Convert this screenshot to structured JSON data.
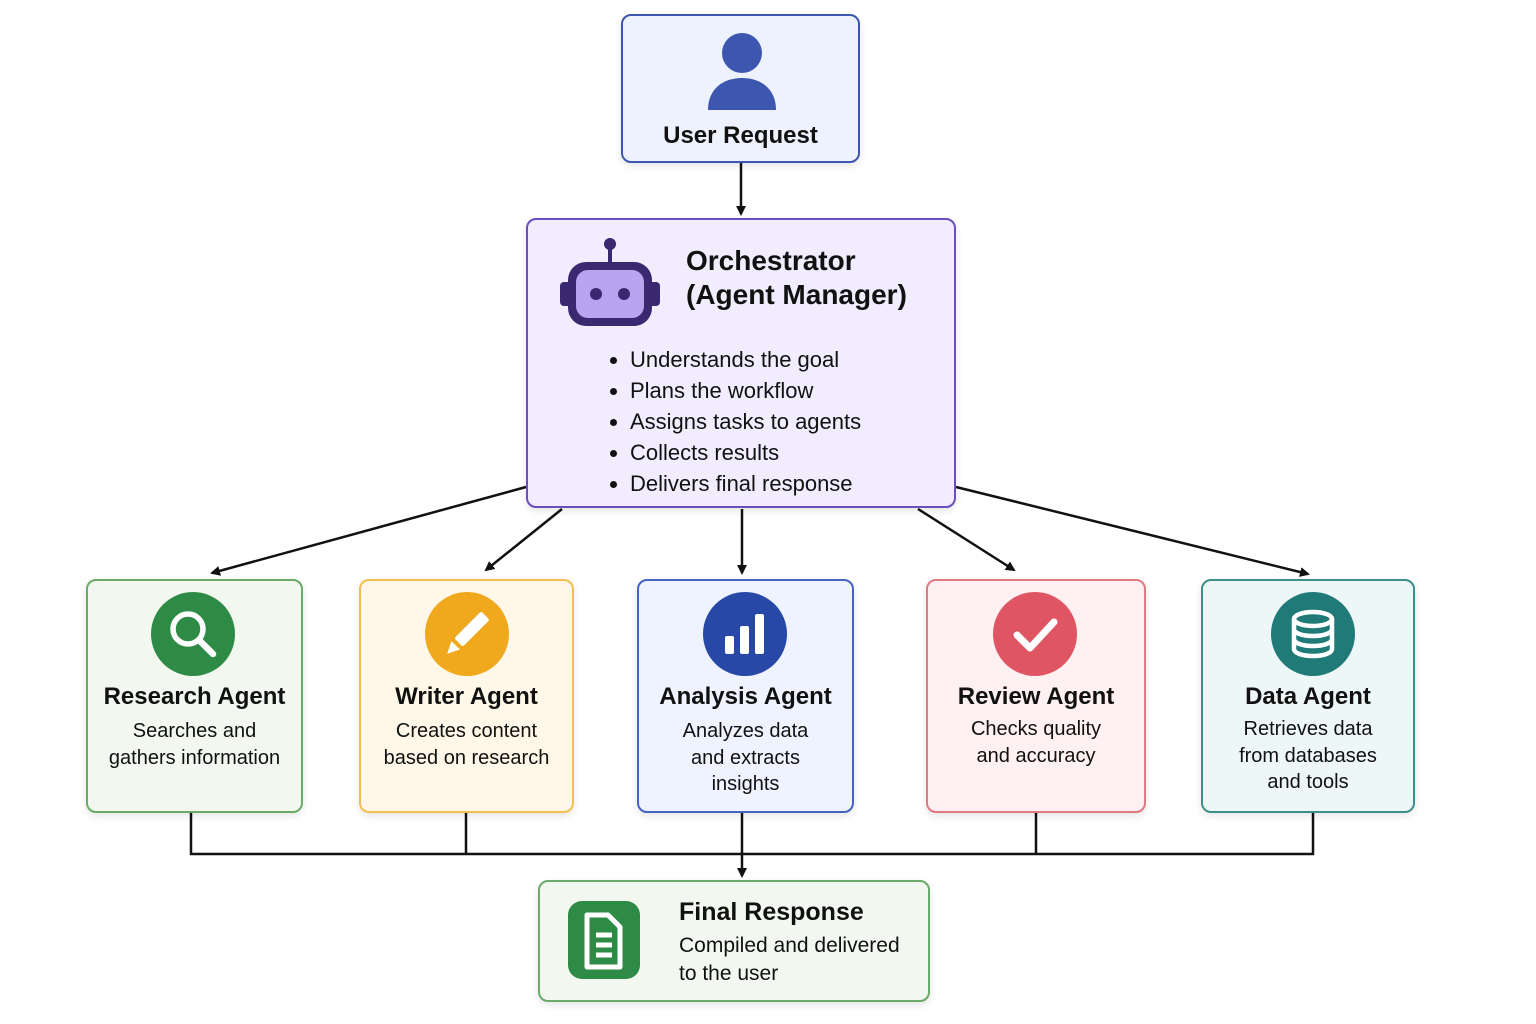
{
  "user_request": {
    "title": "User Request",
    "icon": "user-icon",
    "border": "#3d57b0",
    "fill": "#eef2ff"
  },
  "orchestrator": {
    "title_line1": "Orchestrator",
    "title_line2": "(Agent Manager)",
    "icon": "robot-icon",
    "border": "#6b4fbf",
    "fill": "#f1ecfe",
    "tasks": [
      "Understands the goal",
      "Plans the workflow",
      "Assigns tasks to agents",
      "Collects results",
      "Delivers final response"
    ]
  },
  "agents": [
    {
      "name": "Research Agent",
      "desc": [
        "Searches and",
        "gathers information"
      ],
      "icon": "search-icon",
      "color": "#2e8b45",
      "border": "#6aaa6a",
      "fill": "#f2f8ef"
    },
    {
      "name": "Writer Agent",
      "desc": [
        "Creates content",
        "based on research"
      ],
      "icon": "pencil-icon",
      "color": "#f0a81c",
      "border": "#efbf4f",
      "fill": "#fff8e8"
    },
    {
      "name": "Analysis Agent",
      "desc": [
        "Analyzes data",
        "and extracts",
        "insights"
      ],
      "icon": "bar-chart-icon",
      "color": "#2848a8",
      "border": "#4464c0",
      "fill": "#eef3ff"
    },
    {
      "name": "Review Agent",
      "desc": [
        "Checks quality",
        "and accuracy"
      ],
      "icon": "checkmark-icon",
      "color": "#e05563",
      "border": "#dd7a82",
      "fill": "#fff0f1"
    },
    {
      "name": "Data Agent",
      "desc": [
        "Retrieves data",
        "from databases",
        "and tools"
      ],
      "icon": "database-icon",
      "color": "#1f7a78",
      "border": "#3e8e8c",
      "fill": "#edf7f7"
    }
  ],
  "final_response": {
    "title": "Final Response",
    "desc": [
      "Compiled and delivered",
      "to the user"
    ],
    "icon": "document-icon",
    "color": "#2e8b45",
    "border": "#6aaa6a",
    "fill": "#f2f8ef"
  },
  "connector_color": "#111111"
}
